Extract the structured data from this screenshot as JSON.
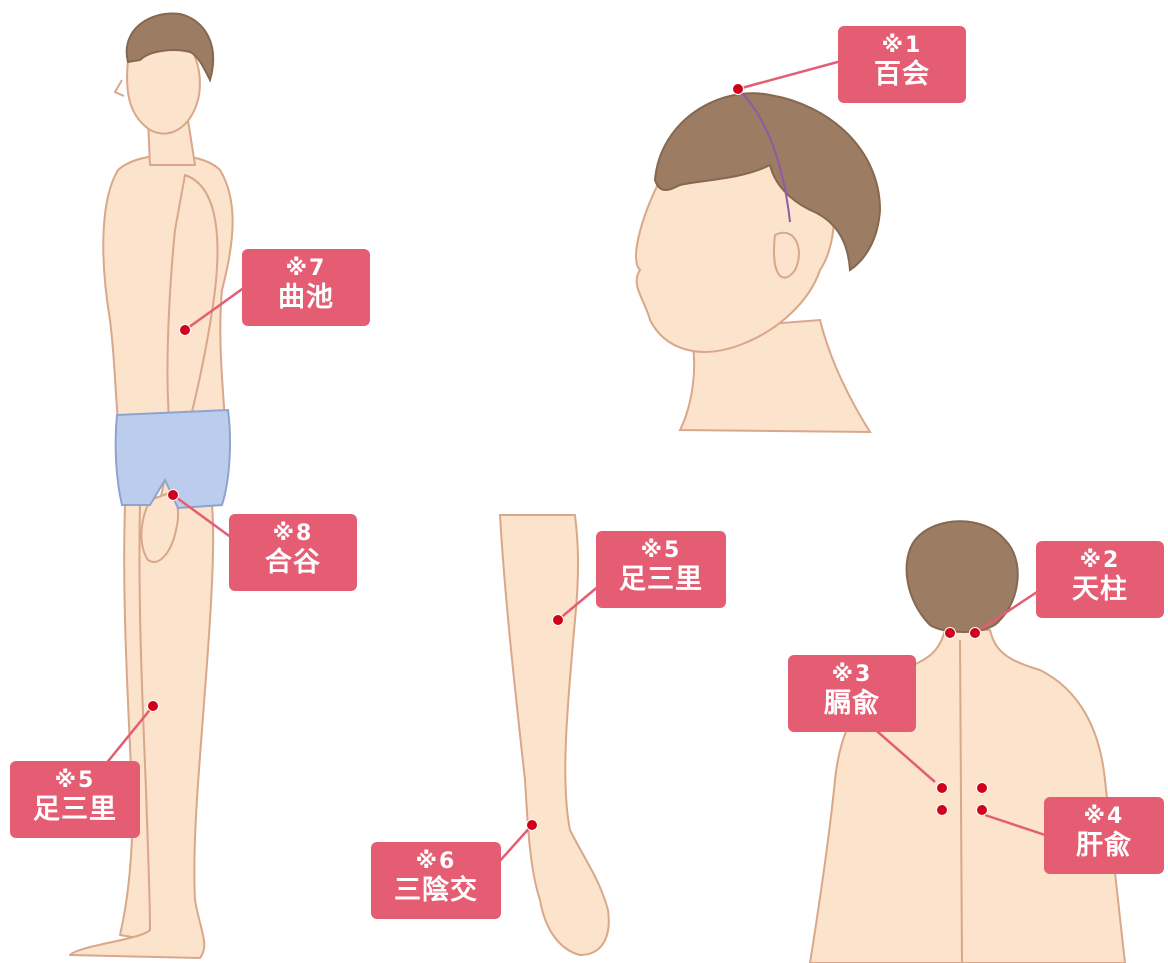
{
  "colors": {
    "skin": "#fbe3cc",
    "skin_line": "#d9a78a",
    "hair": "#9c7c62",
    "shorts": "#bcccec",
    "label_bg": "#e45d73",
    "point": "#d0021b",
    "scalp_line": "#8e5aa8"
  },
  "points": [
    {
      "id": "hyakue",
      "number": "※1",
      "name": "百会"
    },
    {
      "id": "tenchu",
      "number": "※2",
      "name": "天柱"
    },
    {
      "id": "kakuyu",
      "number": "※3",
      "name": "膈兪"
    },
    {
      "id": "kanyu",
      "number": "※4",
      "name": "肝兪"
    },
    {
      "id": "ashi-sanri-front",
      "number": "※5",
      "name": "足三里"
    },
    {
      "id": "sanninko",
      "number": "※6",
      "name": "三陰交"
    },
    {
      "id": "kyokuchi",
      "number": "※7",
      "name": "曲池"
    },
    {
      "id": "goukoku",
      "number": "※8",
      "name": "合谷"
    },
    {
      "id": "ashi-sanri-side",
      "number": "※5",
      "name": "足三里"
    }
  ]
}
